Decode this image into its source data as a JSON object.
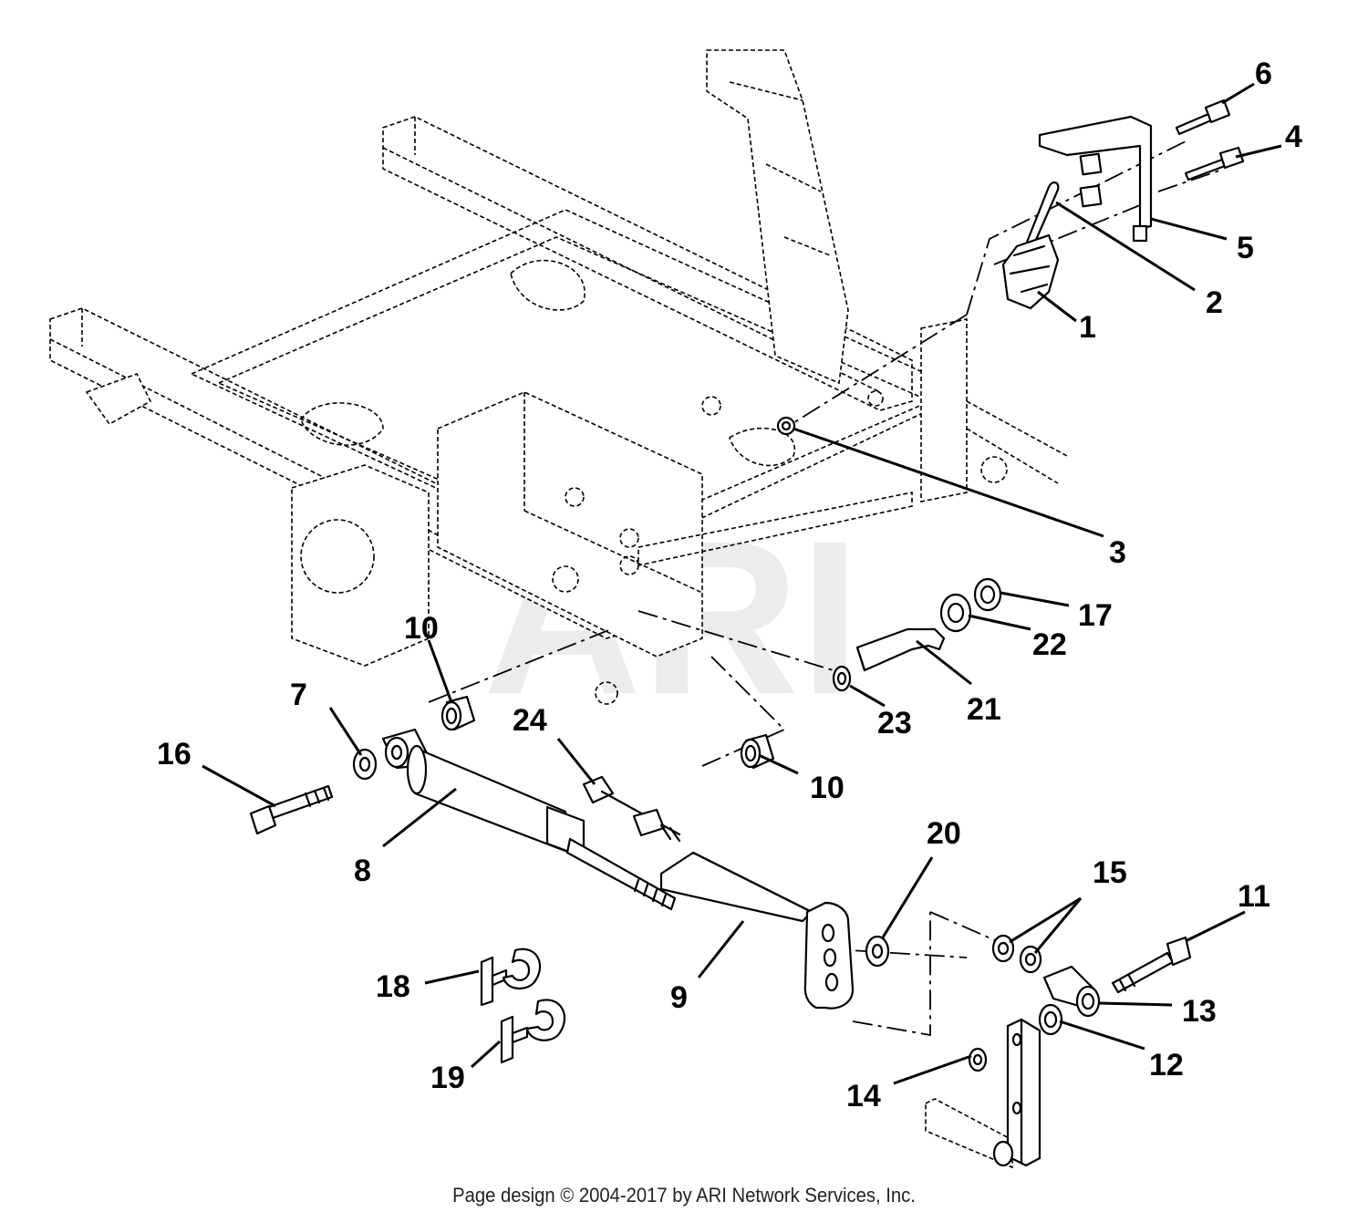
{
  "watermark": "ARI",
  "footer": "Page design © 2004-2017 by ARI Network Services, Inc.",
  "callouts": [
    "1",
    "2",
    "3",
    "4",
    "5",
    "6",
    "7",
    "8",
    "9",
    "10",
    "10",
    "11",
    "12",
    "13",
    "14",
    "15",
    "16",
    "17",
    "18",
    "19",
    "20",
    "21",
    "22",
    "23",
    "24"
  ]
}
